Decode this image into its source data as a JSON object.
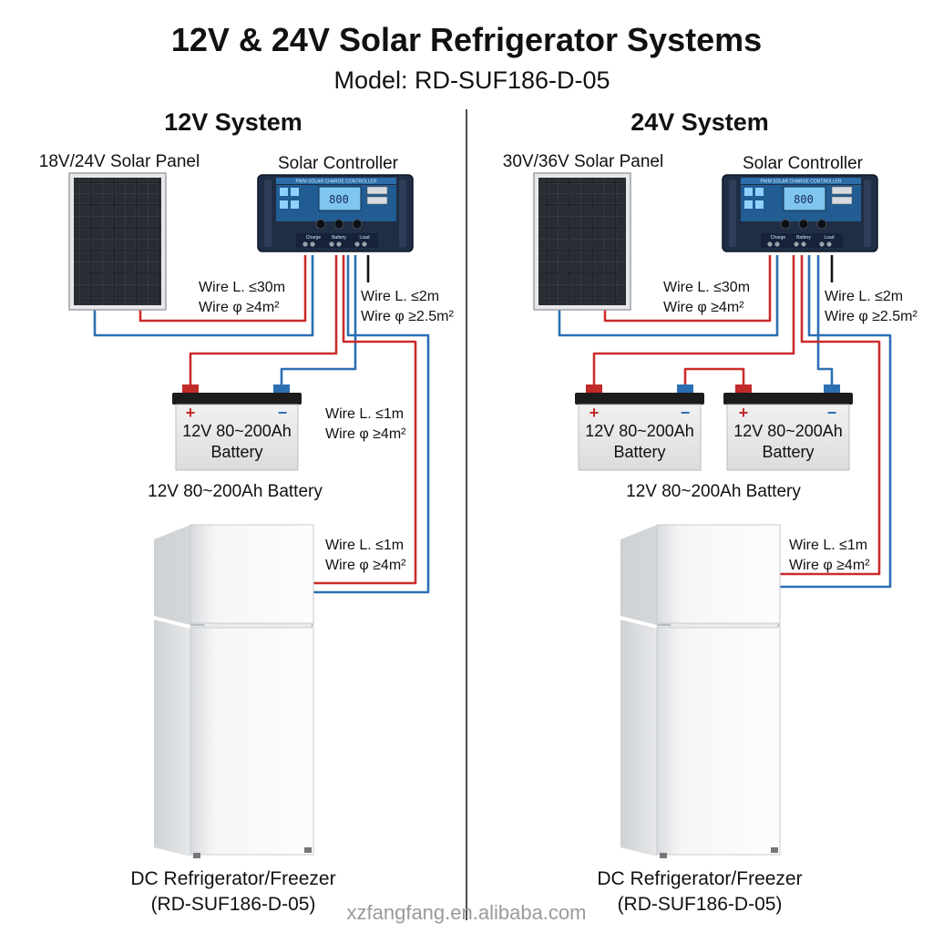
{
  "title": "12V & 24V Solar Refrigerator Systems",
  "subtitle": "Model: RD-SUF186-D-05",
  "watermark": "xzfangfang.en.alibaba.com",
  "colors": {
    "wire_positive": "#cc2b2b",
    "wire_negative": "#2b6fb3",
    "controller_body": "#1f2d45",
    "lcd": "#7fc6f0"
  },
  "controller_face": {
    "lcd_reading": "800",
    "header_strip": "PWM SOLAR CHARGE CONTROLLER",
    "terminal_labels": [
      "Charge",
      "Battery",
      "Load"
    ]
  },
  "systems": [
    {
      "heading": "12V System",
      "panel_label": "18V/24V Solar Panel",
      "controller_label": "Solar Controller",
      "wire_panel": {
        "length": "Wire L. ≤30m",
        "gauge": "Wire φ ≥4m²"
      },
      "wire_load": {
        "length": "Wire L. ≤2m",
        "gauge": "Wire φ ≥2.5m²"
      },
      "wire_battery": {
        "length": "Wire L. ≤1m",
        "gauge": "Wire φ ≥4m²"
      },
      "wire_fridge": {
        "length": "Wire L. ≤1m",
        "gauge": "Wire φ ≥4m²"
      },
      "batteries": [
        {
          "line1": "12V 80~200Ah",
          "line2": "Battery",
          "plus": "+",
          "minus": "−"
        }
      ],
      "battery_caption": "12V 80~200Ah Battery",
      "fridge_label_1": "DC Refrigerator/Freezer",
      "fridge_label_2": "(RD-SUF186-D-05)"
    },
    {
      "heading": "24V System",
      "panel_label": "30V/36V Solar Panel",
      "controller_label": "Solar Controller",
      "wire_panel": {
        "length": "Wire L. ≤30m",
        "gauge": "Wire φ ≥4m²"
      },
      "wire_load": {
        "length": "Wire L. ≤2m",
        "gauge": "Wire φ ≥2.5m²"
      },
      "wire_fridge": {
        "length": "Wire L. ≤1m",
        "gauge": "Wire φ ≥4m²"
      },
      "batteries": [
        {
          "line1": "12V 80~200Ah",
          "line2": "Battery",
          "plus": "+",
          "minus": "−"
        },
        {
          "line1": "12V 80~200Ah",
          "line2": "Battery",
          "plus": "+",
          "minus": "−"
        }
      ],
      "battery_caption": "12V 80~200Ah Battery",
      "fridge_label_1": "DC Refrigerator/Freezer",
      "fridge_label_2": "(RD-SUF186-D-05)"
    }
  ]
}
